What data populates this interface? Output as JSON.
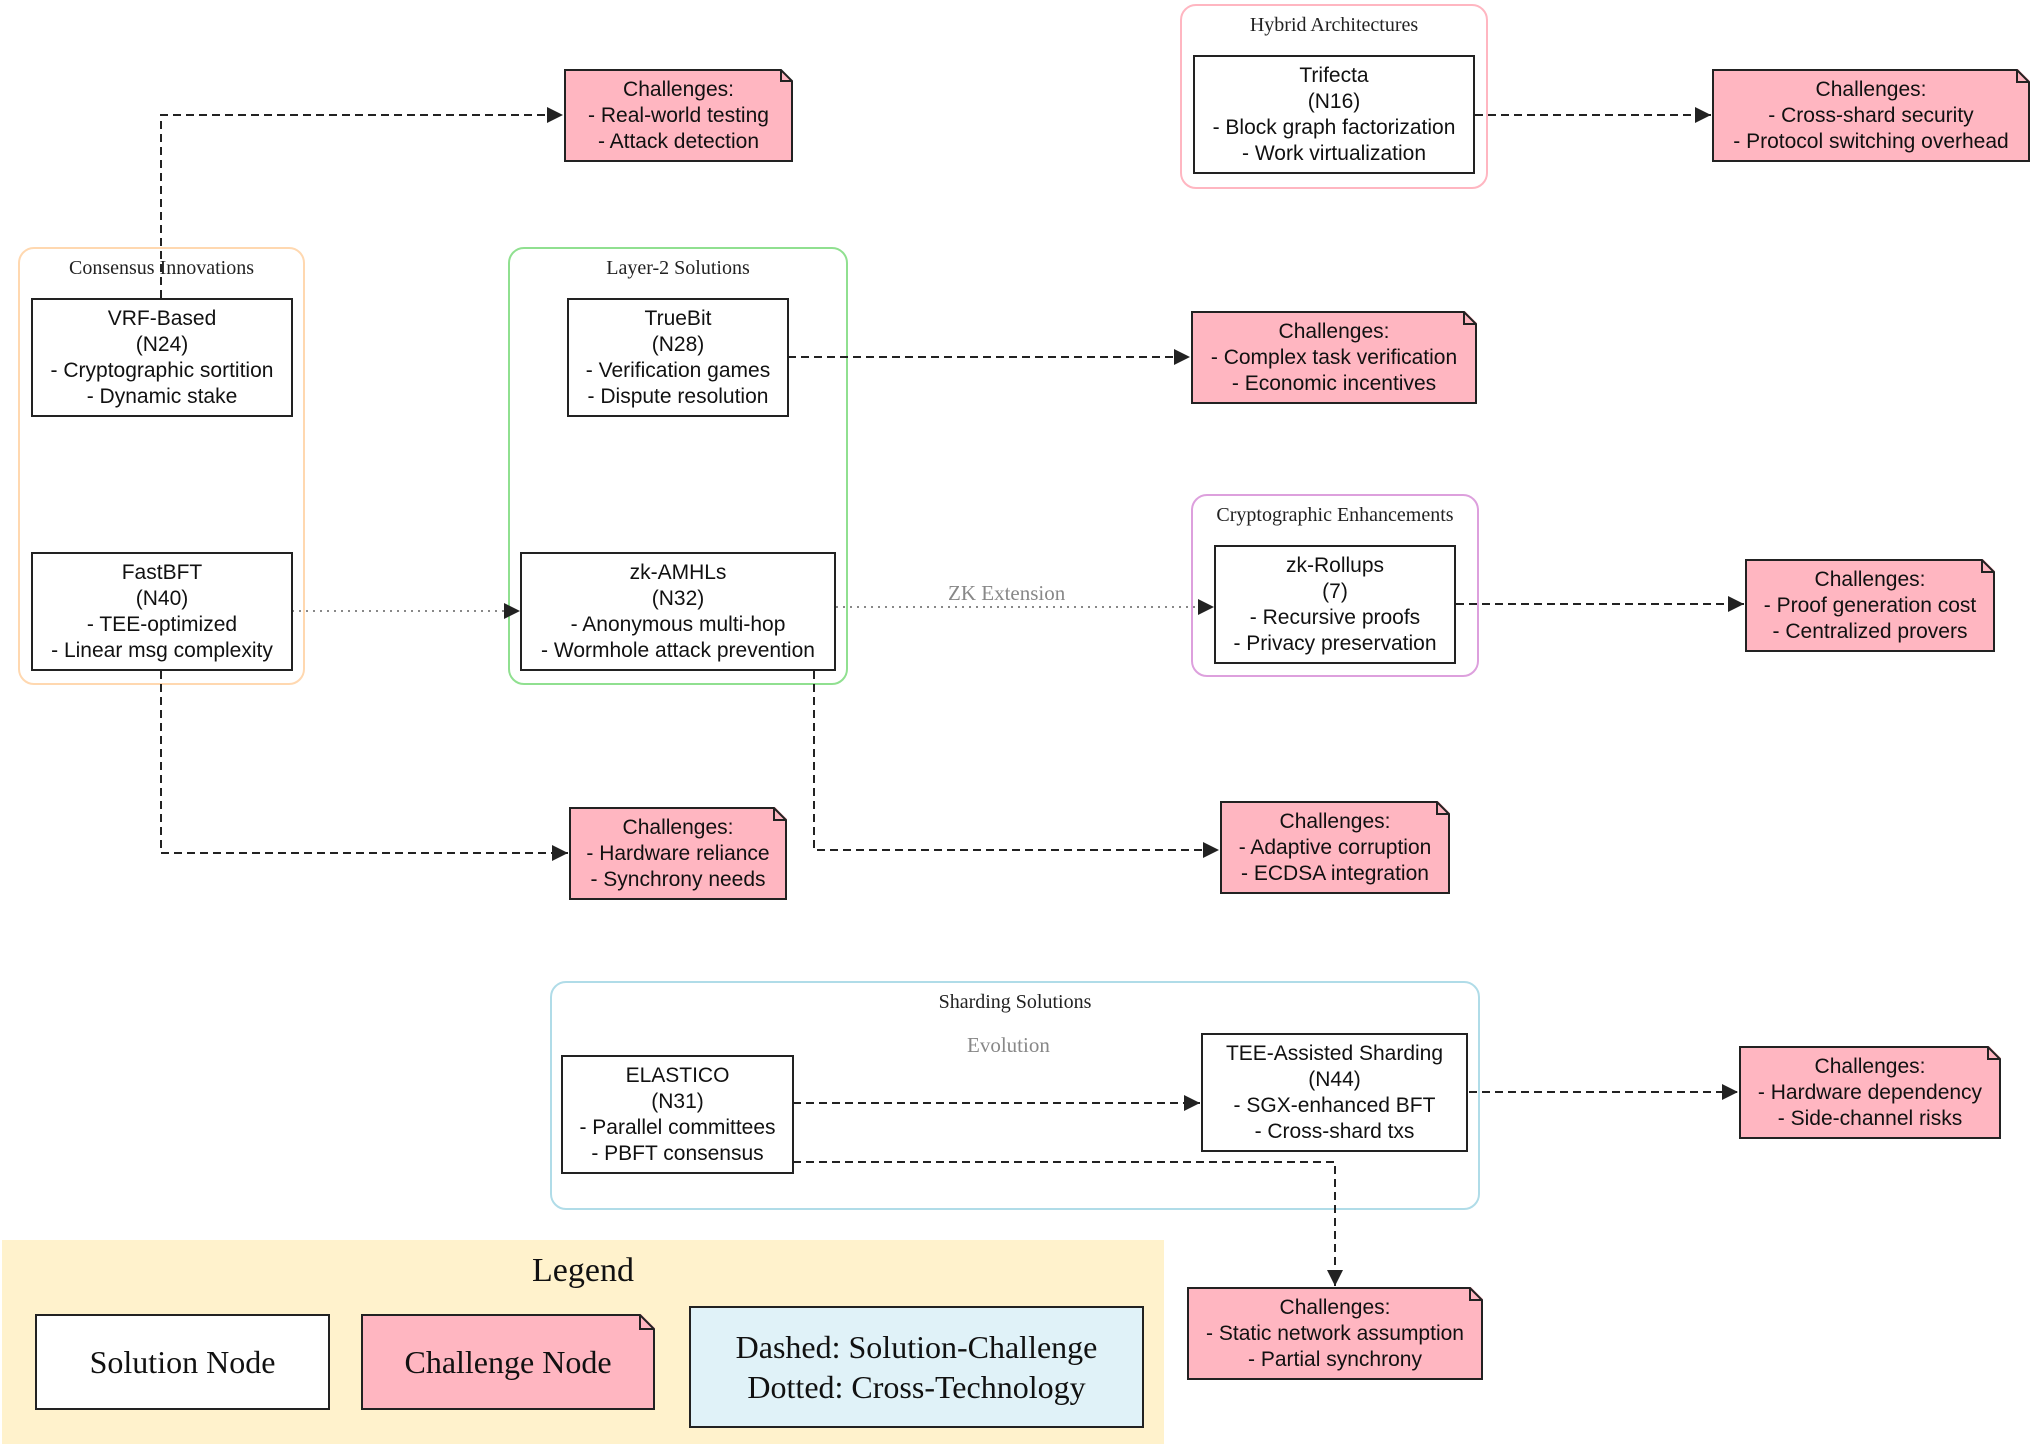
{
  "clusters": {
    "consensus": "Consensus Innovations",
    "layer2": "Layer-2 Solutions",
    "hybrid": "Hybrid Architectures",
    "crypto": "Cryptographic Enhancements",
    "sharding": "Sharding Solutions"
  },
  "nodes": {
    "vrf": [
      "VRF-Based",
      "(N24)",
      "- Cryptographic sortition",
      "- Dynamic stake"
    ],
    "fastbft": [
      "FastBFT",
      "(N40)",
      "- TEE-optimized",
      "- Linear msg complexity"
    ],
    "truebit": [
      "TrueBit",
      "(N28)",
      "- Verification games",
      "- Dispute resolution"
    ],
    "zkamhl": [
      "zk-AMHLs",
      "(N32)",
      "- Anonymous multi-hop",
      "- Wormhole attack prevention"
    ],
    "trifecta": [
      "Trifecta",
      "(N16)",
      "- Block graph factorization",
      "- Work virtualization"
    ],
    "zkrollups": [
      "zk-Rollups",
      "(7)",
      "- Recursive proofs",
      "- Privacy preservation"
    ],
    "elastico": [
      "ELASTICO",
      "(N31)",
      "- Parallel committees",
      "- PBFT consensus"
    ],
    "teesharding": [
      "TEE-Assisted Sharding",
      "(N44)",
      "- SGX-enhanced BFT",
      "- Cross-shard txs"
    ]
  },
  "challenges": {
    "vrf": [
      "Challenges:",
      "- Real-world testing",
      "- Attack detection"
    ],
    "trifecta": [
      "Challenges:",
      "- Cross-shard security",
      "- Protocol switching overhead"
    ],
    "truebit": [
      "Challenges:",
      "- Complex task verification",
      "- Economic incentives"
    ],
    "zkrollups": [
      "Challenges:",
      "- Proof generation cost",
      "- Centralized provers"
    ],
    "fastbft": [
      "Challenges:",
      "- Hardware reliance",
      "- Synchrony needs"
    ],
    "zkamhl": [
      "Challenges:",
      "- Adaptive corruption",
      "- ECDSA integration"
    ],
    "teesharding": [
      "Challenges:",
      "- Hardware dependency",
      "- Side-channel risks"
    ],
    "elastico": [
      "Challenges:",
      "- Static network assumption",
      "- Partial synchrony"
    ]
  },
  "edge_labels": {
    "zk_extension": "ZK Extension",
    "evolution": "Evolution"
  },
  "legend": {
    "title": "Legend",
    "solution": "Solution Node",
    "challenge": "Challenge Node",
    "line1": "Dashed: Solution-Challenge",
    "line2": "Dotted: Cross-Technology"
  },
  "colors": {
    "consensus": "#ffd8b0",
    "layer2": "#90e090",
    "hybrid": "#ffb6c1",
    "crypto": "#dda0dd",
    "sharding": "#b0dce8",
    "challenge_fill": "#ffb6c1",
    "legend_bg": "#fff2cc",
    "legend_info_bg": "#e0f2f8"
  }
}
